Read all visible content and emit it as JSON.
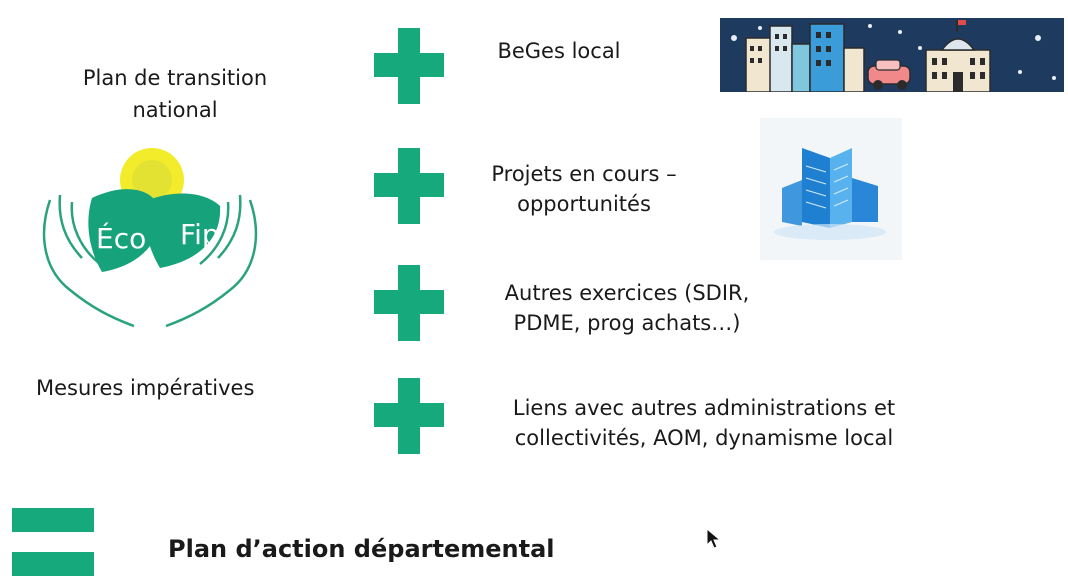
{
  "left": {
    "title_line1": "Plan de transition",
    "title_line2": "national",
    "logo_text_left": "Éco",
    "logo_text_right": "Fip",
    "measures": "Mesures impératives"
  },
  "items": [
    {
      "line1": "BeGes local",
      "line2": ""
    },
    {
      "line1": "Projets en cours –",
      "line2": "opportunités"
    },
    {
      "line1": "Autres exercices (SDIR,",
      "line2": "PDME, prog achats…)"
    },
    {
      "line1": "Liens avec autres administrations et",
      "line2": "collectivités, AOM, dynamisme local"
    }
  ],
  "result": "Plan d’action départemental",
  "colors": {
    "accent": "#15a97c",
    "city_bg": "#1f3a5f",
    "sun": "#f2ec2a"
  },
  "icons": [
    "plus-icon",
    "equals-icon",
    "ecofip-logo",
    "city-illustration",
    "building-icon",
    "cursor-icon"
  ]
}
